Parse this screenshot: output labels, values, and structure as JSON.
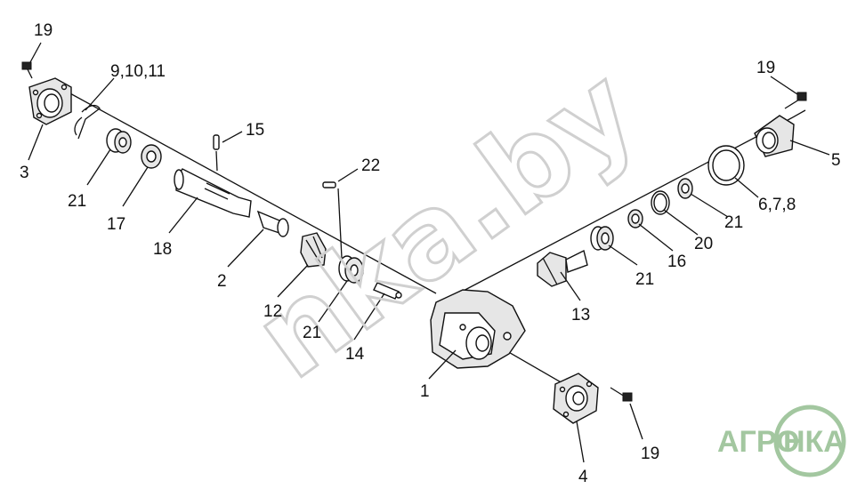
{
  "labels": {
    "l19a": "19",
    "l9": "9,10,11",
    "l3": "3",
    "l21a": "21",
    "l17": "17",
    "l18": "18",
    "l15": "15",
    "l22": "22",
    "l2": "2",
    "l12": "12",
    "l21b": "21",
    "l14": "14",
    "l1": "1",
    "l13": "13",
    "l21c": "21",
    "l16": "16",
    "l20": "20",
    "l21d": "21",
    "l678": "6,7,8",
    "l5": "5",
    "l19b": "19",
    "l19c": "19",
    "l4": "4"
  },
  "watermark": "nka.by",
  "logo": {
    "left": "АГРО",
    "right": "НКА"
  },
  "colors": {
    "ink": "#111111",
    "watermark": "#d0d0d0",
    "logo_green": "#a3c7a0"
  }
}
